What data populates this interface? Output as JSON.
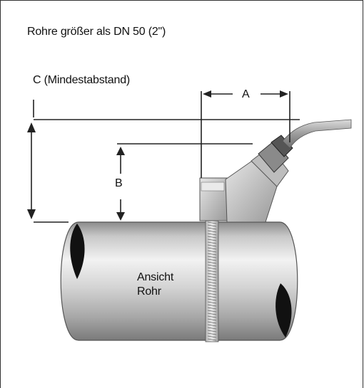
{
  "title": "Rohre größer als DN 50 (2\")",
  "label_c": "C (Mindestabstand)",
  "label_a": "A",
  "label_b": "B",
  "pipe_label_line1": "Ansicht",
  "pipe_label_line2": "Rohr"
}
